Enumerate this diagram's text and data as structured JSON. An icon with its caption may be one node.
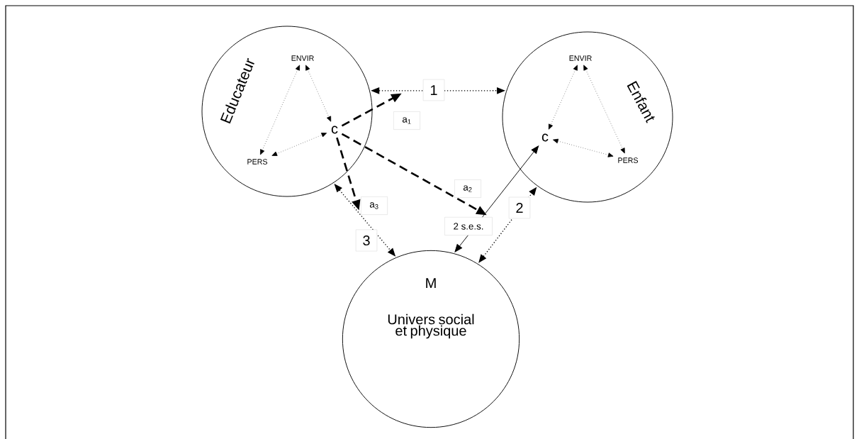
{
  "diagram": {
    "nodes": [
      {
        "text": [
          "Educateur"
        ]
      },
      {
        "text": [
          "ENVIR"
        ],
        "in": 0
      },
      {
        "text": [
          "c"
        ],
        "in": 0
      },
      {
        "text": [
          "PERS"
        ],
        "in": 0
      },
      {
        "text": [
          "Enfant"
        ]
      },
      {
        "text": [
          "ENVIR"
        ],
        "in": 4
      },
      {
        "text": [
          "c"
        ],
        "in": 4
      },
      {
        "text": [
          "PERS"
        ],
        "in": 4
      },
      {
        "text": [
          "M",
          "Univers social et physique"
        ]
      }
    ],
    "edges": [
      {
        "from": 1,
        "to": 3,
        "arrow": "both",
        "style": "dashed"
      },
      {
        "from": 1,
        "to": 2,
        "arrow": "both",
        "style": "dashed"
      },
      {
        "from": 3,
        "to": 2,
        "arrow": "both",
        "style": "dashed"
      },
      {
        "from": 5,
        "to": 6,
        "arrow": "both",
        "style": "dashed"
      },
      {
        "from": 5,
        "to": 7,
        "arrow": "both",
        "style": "dashed"
      },
      {
        "from": 6,
        "to": 7,
        "arrow": "both",
        "style": "dashed"
      },
      {
        "from": 0,
        "to": 4,
        "arrow": "both",
        "style": "dashed",
        "label": "1"
      },
      {
        "from": 0,
        "to": 8,
        "arrow": "both",
        "style": "dashed",
        "label": "3"
      },
      {
        "from": 8,
        "to": 4,
        "arrow": "both",
        "style": "dashed",
        "label": "2"
      },
      {
        "from": 6,
        "to": 8,
        "arrow": "both",
        "label": "2 s.e.s."
      },
      {
        "from": 2,
        "to": null,
        "arrow": "to",
        "style": "dashed",
        "label": "a$_{1}$"
      },
      {
        "from": 2,
        "to": null,
        "arrow": "to",
        "style": "dashed",
        "label": "a$_{2}$"
      },
      {
        "from": 2,
        "to": null,
        "arrow": "to",
        "style": "dashed",
        "label": "a$_{3}$"
      }
    ]
  }
}
